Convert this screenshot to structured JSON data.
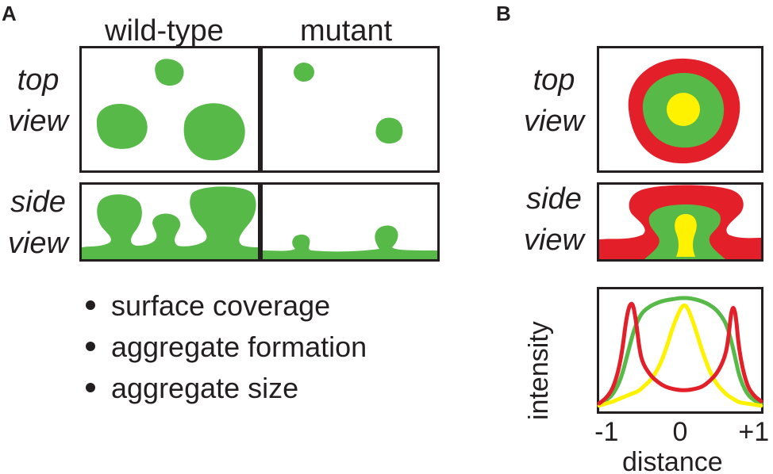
{
  "panel_a": {
    "letter": "A",
    "columns": [
      "wild-type",
      "mutant"
    ],
    "rows": [
      {
        "line1": "top",
        "line2": "view"
      },
      {
        "line1": "side",
        "line2": "view"
      }
    ],
    "bullets": [
      "surface coverage",
      "aggregate formation",
      "aggregate size"
    ]
  },
  "panel_b": {
    "letter": "B",
    "rows": [
      {
        "line1": "top",
        "line2": "view"
      },
      {
        "line1": "side",
        "line2": "view"
      }
    ],
    "colors": {
      "outer": "#e3202a",
      "middle": "#57b948",
      "core": "#fff200"
    }
  },
  "colors": {
    "aggregate": "#57b948",
    "frame": "#231f20"
  },
  "chart_data": {
    "type": "line",
    "xlabel": "distance",
    "ylabel": "intensity",
    "xlim": [
      -1.1,
      1.1
    ],
    "ylim": [
      0,
      1
    ],
    "x_ticks": [
      {
        "value": -1,
        "label": "-1"
      },
      {
        "value": 0,
        "label": "0"
      },
      {
        "value": 1,
        "label": "+1"
      }
    ],
    "x": [
      -1.1,
      -1.0,
      -0.9,
      -0.8,
      -0.72,
      -0.65,
      -0.6,
      -0.55,
      -0.5,
      -0.4,
      -0.3,
      -0.2,
      -0.1,
      0.0,
      0.05,
      0.1,
      0.2,
      0.3,
      0.4,
      0.5,
      0.6,
      0.65,
      0.7,
      0.75,
      0.8,
      0.9,
      1.0,
      1.1
    ],
    "series": [
      {
        "color": "#57b948",
        "values": [
          0.05,
          0.08,
          0.14,
          0.28,
          0.48,
          0.66,
          0.76,
          0.83,
          0.88,
          0.93,
          0.96,
          0.98,
          0.99,
          1.0,
          1.0,
          1.0,
          0.99,
          0.97,
          0.94,
          0.89,
          0.8,
          0.72,
          0.6,
          0.46,
          0.3,
          0.14,
          0.08,
          0.05
        ]
      },
      {
        "color": "#fff200",
        "values": [
          0.03,
          0.05,
          0.07,
          0.1,
          0.12,
          0.14,
          0.15,
          0.17,
          0.2,
          0.26,
          0.36,
          0.52,
          0.74,
          0.9,
          0.94,
          0.92,
          0.74,
          0.52,
          0.34,
          0.22,
          0.15,
          0.12,
          0.1,
          0.08,
          0.06,
          0.05,
          0.04,
          0.03
        ]
      },
      {
        "color": "#e3202a",
        "values": [
          0.05,
          0.1,
          0.2,
          0.45,
          0.88,
          0.98,
          0.8,
          0.52,
          0.4,
          0.3,
          0.24,
          0.2,
          0.18,
          0.17,
          0.17,
          0.17,
          0.18,
          0.2,
          0.25,
          0.32,
          0.45,
          0.6,
          0.92,
          0.9,
          0.52,
          0.22,
          0.12,
          0.07
        ]
      }
    ]
  }
}
